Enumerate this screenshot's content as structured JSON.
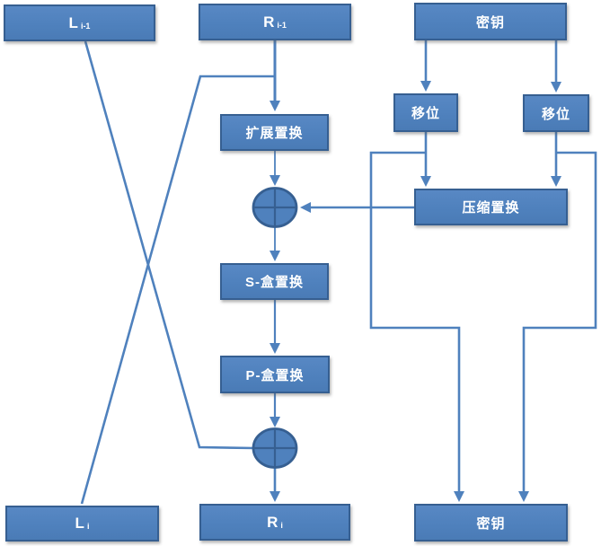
{
  "colors": {
    "node_fill": "#4f81bd",
    "node_border": "#365f91",
    "connector": "#4f81bd",
    "xor_cross": "#365f91",
    "text": "#ffffff",
    "background": "#ffffff"
  },
  "nodes": {
    "l_prev": {
      "main": "L",
      "sub": "i-1"
    },
    "r_prev": {
      "main": "R",
      "sub": "i-1"
    },
    "key_top": {
      "label": "密钥"
    },
    "shift_left": {
      "label": "移位"
    },
    "shift_right": {
      "label": "移位"
    },
    "expansion": {
      "label": "扩展置换"
    },
    "compression": {
      "label": "压缩置换"
    },
    "sbox": {
      "label": "S-盒置换"
    },
    "pbox": {
      "label": "P-盒置换"
    },
    "l_next": {
      "main": "L",
      "sub": "i"
    },
    "r_next": {
      "main": "R",
      "sub": "i"
    },
    "key_bottom": {
      "label": "密钥"
    }
  },
  "operators": {
    "xor_upper": {
      "icon": "xor-circle",
      "meaning": "bitwise XOR"
    },
    "xor_lower": {
      "icon": "xor-circle",
      "meaning": "bitwise XOR"
    }
  }
}
